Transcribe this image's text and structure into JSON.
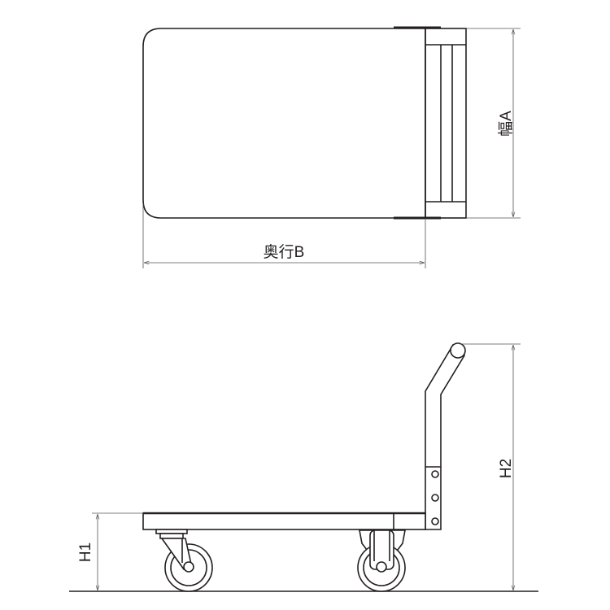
{
  "dimensions": {
    "width_label": "幅A",
    "depth_label": "奥行B",
    "h1_label": "H1",
    "h2_label": "H2"
  },
  "colors": {
    "line": "#231f20",
    "dimension": "#555555",
    "background": "#ffffff"
  }
}
